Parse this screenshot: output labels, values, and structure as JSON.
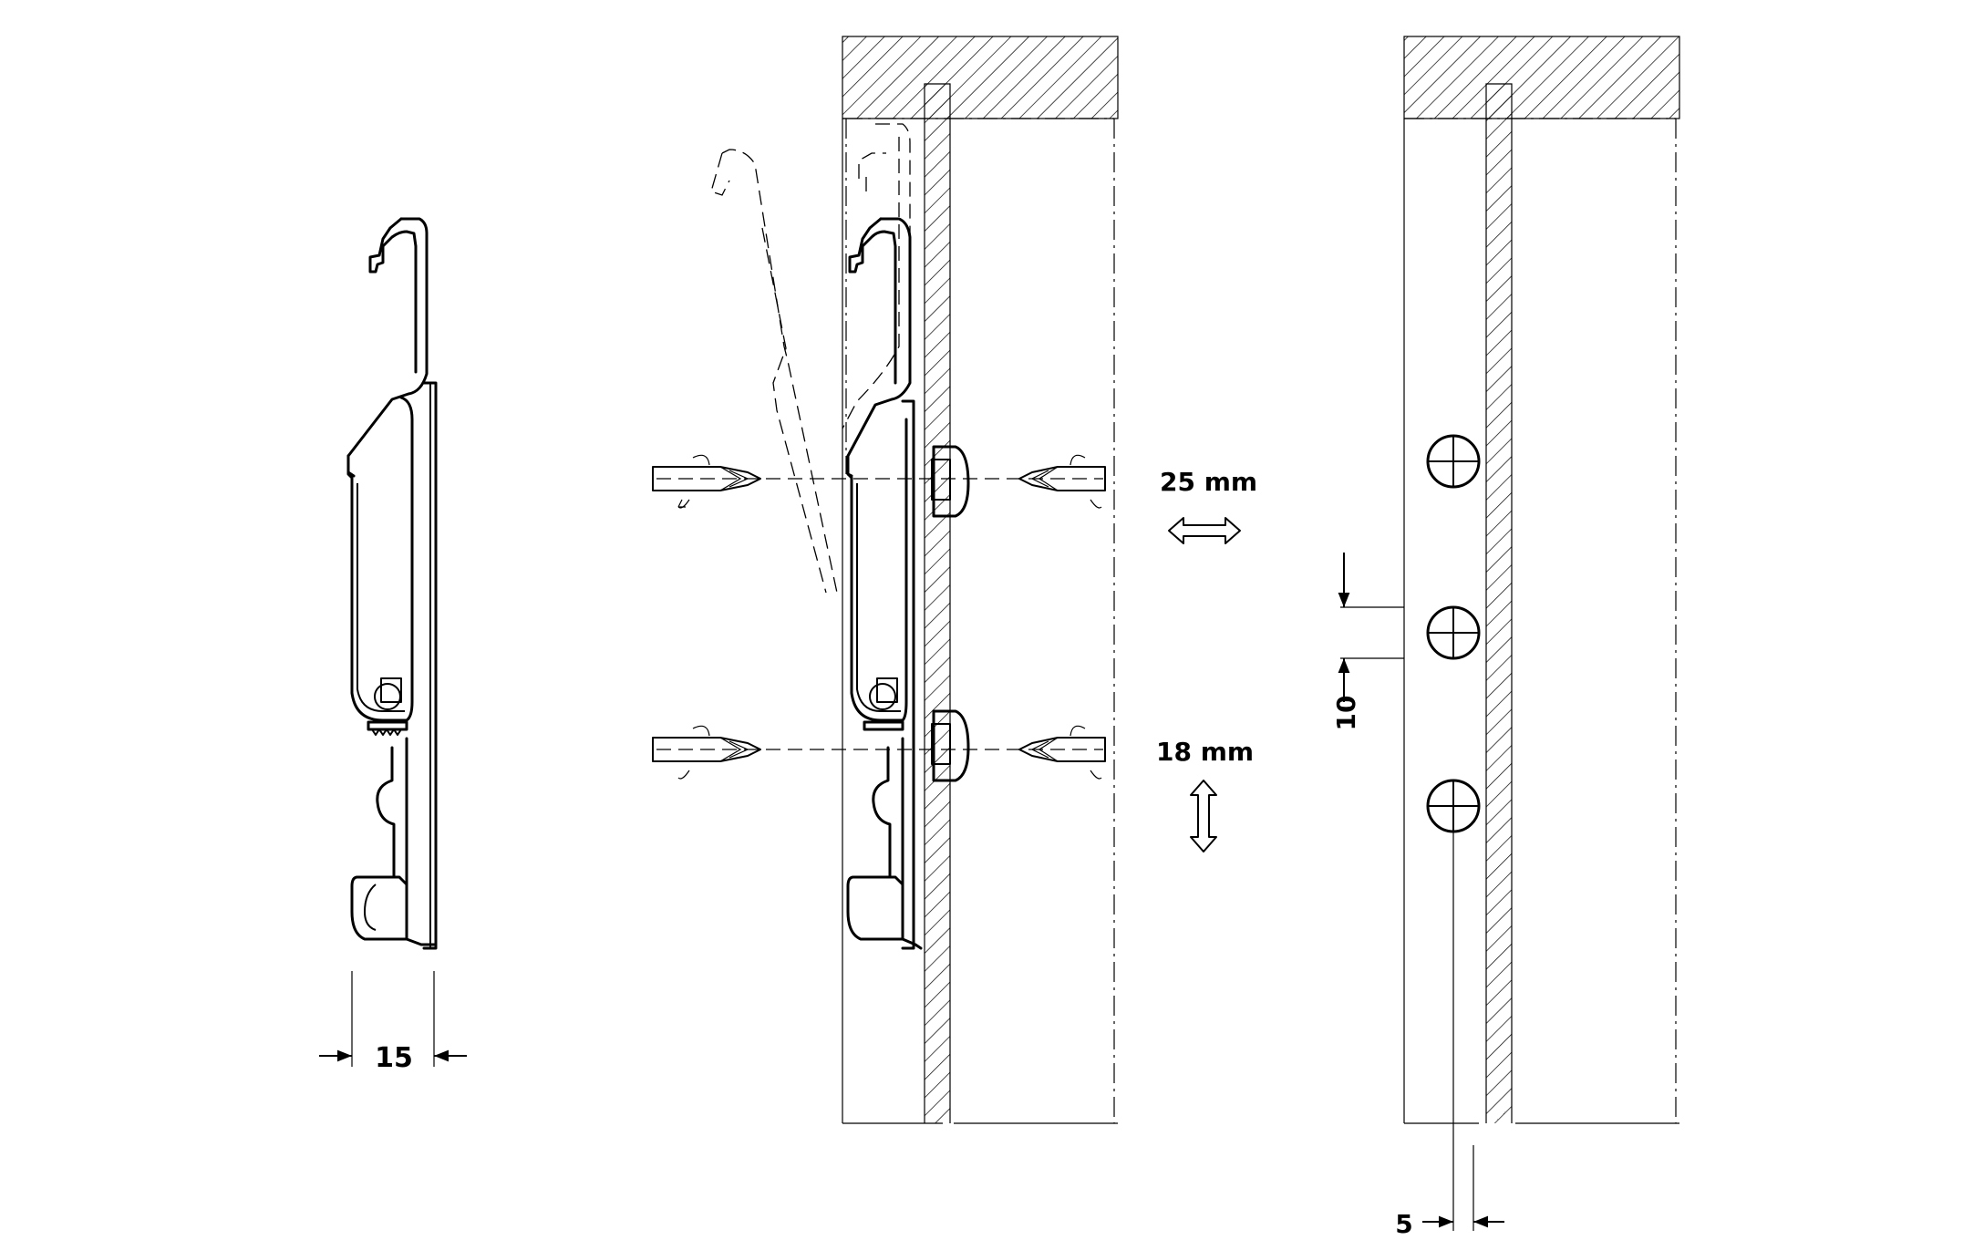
{
  "dimensions": {
    "bracket_depth": "15",
    "screw_length_upper": "25 mm",
    "screw_length_lower": "18 mm",
    "hole_spacing": "10",
    "edge_offset": "5"
  }
}
